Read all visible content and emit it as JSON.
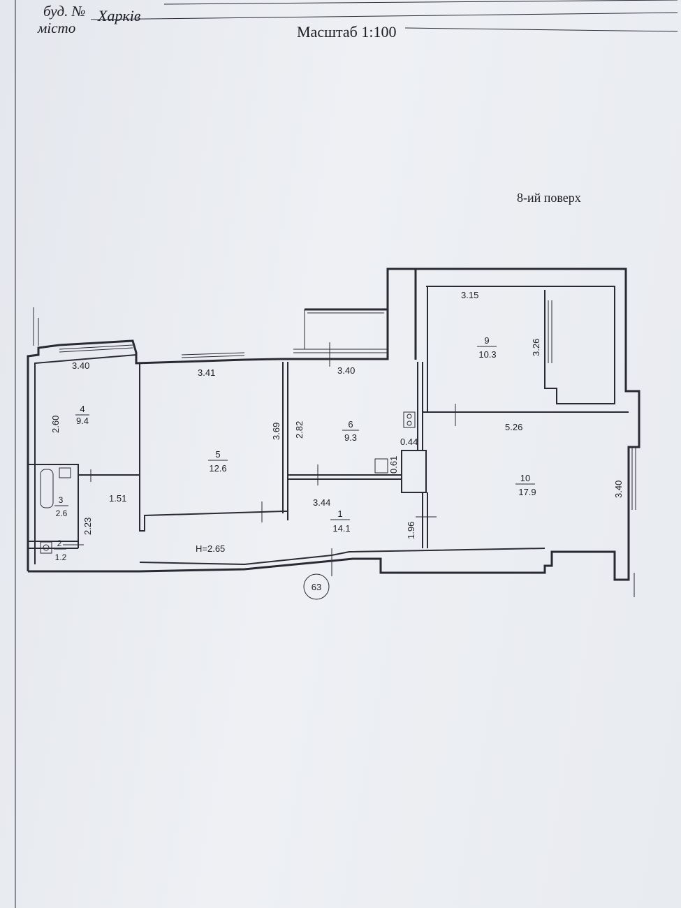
{
  "header": {
    "building_label": "буд. №",
    "city_label": "місто",
    "city_value": "Харків",
    "scale": "Масштаб 1:100"
  },
  "plan": {
    "floor": "8-ий поверх",
    "ceiling_height": "H=2.65",
    "apartment_number": "63",
    "rooms": [
      {
        "number": "1",
        "area": "14.1"
      },
      {
        "number": "2",
        "area": "1.2"
      },
      {
        "number": "3",
        "area": "2.6"
      },
      {
        "number": "4",
        "area": "9.4"
      },
      {
        "number": "5",
        "area": "12.6"
      },
      {
        "number": "6",
        "area": "9.3"
      },
      {
        "number": "9",
        "area": "10.3"
      },
      {
        "number": "10",
        "area": "17.9"
      }
    ],
    "dimensions": {
      "room4_width": "3.40",
      "room4_depth": "2.60",
      "room5_width": "3.41",
      "room5_depth": "3.69",
      "room6_width": "3.40",
      "room6_depth": "2.82",
      "corridor_length": "3.44",
      "hall_width": "1.96",
      "nook_width": "0.44",
      "nook_depth": "0.61",
      "bath_width": "1.51",
      "bath_depth": "2.23",
      "room9_width": "3.15",
      "room9_depth": "3.26",
      "room10_width": "5.26",
      "room10_depth": "3.40"
    }
  },
  "colors": {
    "ink": "#2a2a32",
    "paper": "#eef0f4"
  }
}
